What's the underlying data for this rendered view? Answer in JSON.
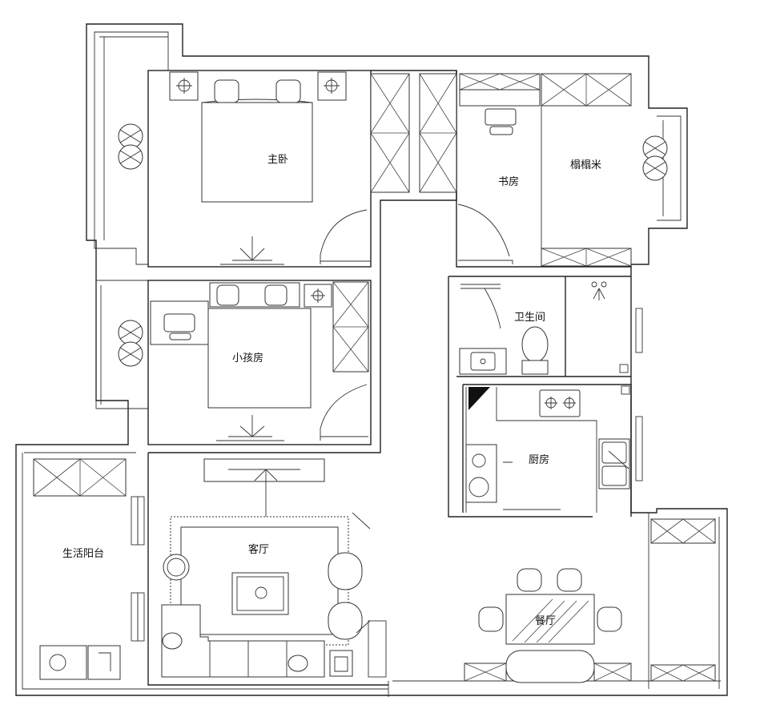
{
  "rooms": {
    "master_bedroom": "主卧",
    "study": "书房",
    "tatami": "榻榻米",
    "bathroom": "卫生间",
    "kids_room": "小孩房",
    "kitchen": "厨房",
    "utility_balcony": "生活阳台",
    "living_room": "客厅",
    "dining_room": "餐厅"
  }
}
